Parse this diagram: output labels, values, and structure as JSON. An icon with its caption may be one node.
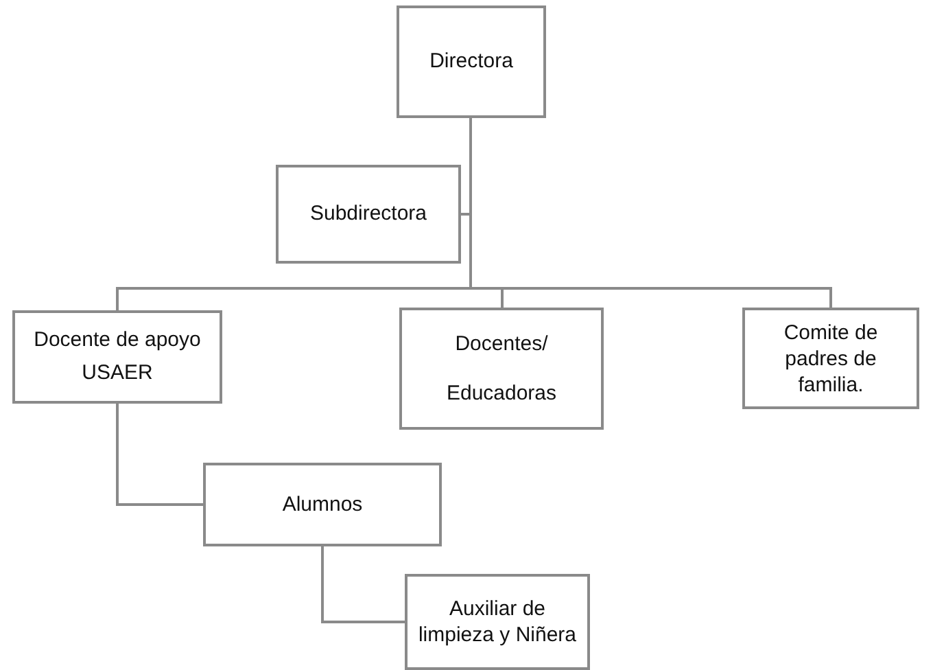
{
  "diagram": {
    "nodes": [
      {
        "text": [
          "Directora"
        ]
      },
      {
        "text": [
          "Subdirectora"
        ]
      },
      {
        "text": [
          "Docente de apoyo USAER"
        ]
      },
      {
        "text": [
          "Docentes/ Educadoras"
        ]
      },
      {
        "text": [
          "Comite de padres de familia."
        ]
      },
      {
        "text": [
          "Alumnos"
        ]
      },
      {
        "text": [
          "Auxiliar de limpieza y Niñera"
        ]
      }
    ],
    "edges": [
      {
        "from": 0,
        "to": 1,
        "arrow": "none"
      },
      {
        "from": 0,
        "to": 2,
        "arrow": "none"
      },
      {
        "from": 0,
        "to": 3,
        "arrow": "none"
      },
      {
        "from": 0,
        "to": 4,
        "arrow": "none"
      },
      {
        "from": 2,
        "to": 5,
        "arrow": "none"
      },
      {
        "from": 5,
        "to": 6,
        "arrow": "none"
      }
    ]
  }
}
